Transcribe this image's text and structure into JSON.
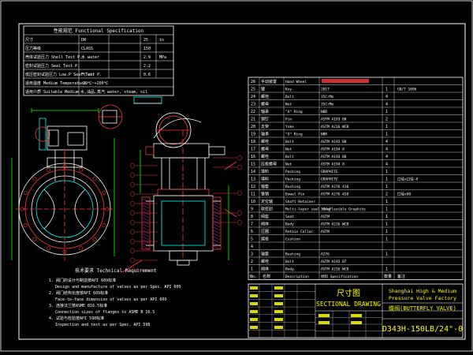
{
  "spec": {
    "title": "性能规范 Functional Specification",
    "rows": [
      {
        "label": "尺寸",
        "col1": "DN",
        "col2": "25",
        "col3": "in"
      },
      {
        "label": "压力等级",
        "col1": "CLASS",
        "col2": "150",
        "col3": ""
      },
      {
        "label": "壳体试验压力 Shell Test P.",
        "col1": "水 water",
        "col2": "2.9",
        "col3": "MPa"
      },
      {
        "label": "密封试验压力 Seal Test P.",
        "col1": "",
        "col2": "2.2",
        "col3": ""
      },
      {
        "label": "低压密封试验压力 Low.P Seal Test P.",
        "col1": "气 air",
        "col2": "0.6",
        "col3": ""
      },
      {
        "label": "适用温度 Medium Temperature",
        "col1": "-29℃~+200℃",
        "col2": "",
        "col3": ""
      },
      {
        "label": "适用介质 Suitable Medium",
        "col1": "水,油品,蒸汽 water, steam, oil",
        "col2": "",
        "col3": ""
      }
    ]
  },
  "tech": {
    "title": "技术要求 Technical Requirement",
    "items": [
      "1. 阀门的设计与制造按API 609标准",
      "Design and manufacture of valves as per Spec. API 609",
      "2. 阀门结构长度按API 609标准",
      "Face-to-face dimension of valves as per API 609",
      "3. 连接法兰按ASME B16.5标准",
      "Connection sizes of flanges to ASME B 16.5",
      "4. 试验与检验按API 598标准",
      "Inspection and test as per Spec. API 598"
    ]
  },
  "parts": [
    {
      "no": "26",
      "cn": "手动装置",
      "en": "Hand Wheel",
      "mat": "",
      "qty": "",
      "note": ""
    },
    {
      "no": "25",
      "cn": "键",
      "en": "Key",
      "mat": "2017",
      "qty": "1",
      "note": "GB/T 1096"
    },
    {
      "no": "24",
      "cn": "螺栓",
      "en": "Bolt",
      "mat": "35CrMo",
      "qty": "4",
      "note": ""
    },
    {
      "no": "23",
      "cn": "螺母",
      "en": "Nut",
      "mat": "35CrMo",
      "qty": "4",
      "note": ""
    },
    {
      "no": "22",
      "cn": "轴承",
      "en": "\"O\" Ring",
      "mat": "NBR",
      "qty": "1",
      "note": ""
    },
    {
      "no": "21",
      "cn": "销钉",
      "en": "Pin",
      "mat": "ASTM A193 B8",
      "qty": "2",
      "note": ""
    },
    {
      "no": "20",
      "cn": "支架",
      "en": "Yoke",
      "mat": "ASTM A216 WCB",
      "qty": "1",
      "note": ""
    },
    {
      "no": "19",
      "cn": "轴承",
      "en": "\"O\" Ring",
      "mat": "NBR",
      "qty": "1",
      "note": ""
    },
    {
      "no": "18",
      "cn": "螺栓",
      "en": "Bolt",
      "mat": "ASTM A193 B8",
      "qty": "4",
      "note": ""
    },
    {
      "no": "17",
      "cn": "螺母",
      "en": "Nut",
      "mat": "ASTM A194 8",
      "qty": "4",
      "note": ""
    },
    {
      "no": "16",
      "cn": "螺栓",
      "en": "Bolt",
      "mat": "ASTM A193 B8",
      "qty": "4",
      "note": ""
    },
    {
      "no": "15",
      "cn": "压板螺母",
      "en": "Nut",
      "mat": "ASTM A194 8",
      "qty": "4",
      "note": ""
    },
    {
      "no": "14",
      "cn": "填料",
      "en": "Packing",
      "mat": "GRAPHITE",
      "qty": "1",
      "note": ""
    },
    {
      "no": "13",
      "cn": "填料",
      "en": "Packing",
      "mat": "GRAPHITE",
      "qty": "1",
      "note": "口径x口径-8"
    },
    {
      "no": "12",
      "cn": "轴套",
      "en": "Bushing",
      "mat": "ASTM A276 410",
      "qty": "1",
      "note": ""
    },
    {
      "no": "11",
      "cn": "锥销",
      "en": "Dowel Pin",
      "mat": "ASTM A276 420",
      "qty": "2",
      "note": "口径x88"
    },
    {
      "no": "10",
      "cn": "定位轴",
      "en": "Shaft Retainer",
      "mat": "",
      "qty": "1",
      "note": ""
    },
    {
      "no": "9",
      "cn": "软密封",
      "en": "Multi-layer seal ring",
      "mat": "304+Flexible Graphite",
      "qty": "1",
      "note": ""
    },
    {
      "no": "8",
      "cn": "阀座",
      "en": "Seat",
      "mat": "ASTM",
      "qty": "1",
      "note": ""
    },
    {
      "no": "7",
      "cn": "阀体",
      "en": "Body",
      "mat": "ASTM A216 WCB",
      "qty": "1",
      "note": ""
    },
    {
      "no": "6",
      "cn": "压圈",
      "en": "Retain Collar",
      "mat": "ASTM",
      "qty": "1",
      "note": ""
    },
    {
      "no": "5",
      "cn": "蝶板",
      "en": "Cushion",
      "mat": "",
      "qty": "1",
      "note": ""
    },
    {
      "no": "4",
      "cn": "",
      "en": "",
      "mat": "",
      "qty": "",
      "note": ""
    },
    {
      "no": "3",
      "cn": "轴套",
      "en": "Bushing",
      "mat": "A276",
      "qty": "1",
      "note": ""
    },
    {
      "no": "2",
      "cn": "螺栓",
      "en": "Bolt",
      "mat": "ASTM A193 B7",
      "qty": "",
      "note": ""
    },
    {
      "no": "1",
      "cn": "阀体",
      "en": "Body",
      "mat": "ASTM A216 WCB",
      "qty": "1",
      "note": ""
    }
  ],
  "parts_header": {
    "no": "No.",
    "cn": "名称",
    "en": "Description",
    "mat": "材料 Specification",
    "qty": "数量",
    "note": "备注"
  },
  "title_block": {
    "drawing_type_cn": "尺寸图",
    "drawing_type_en": "SECTIONAL DRAWING",
    "company": [
      "Shanghai High & Medium",
      "Pressure Valve Factory"
    ],
    "product": "蝶阀(BUTTERFLY VALVE)",
    "drawing_no": "D343H-150LB/24\"-0"
  },
  "colors": {
    "bg": "#000000",
    "frame": "#ffffff",
    "text": "#ffffff",
    "drawing": "#ffffff",
    "red": "#ff3b3b",
    "yellow": "#ffff00",
    "green": "#00ff00",
    "cyan": "#00ffff",
    "magenta": "#ff44ff"
  }
}
